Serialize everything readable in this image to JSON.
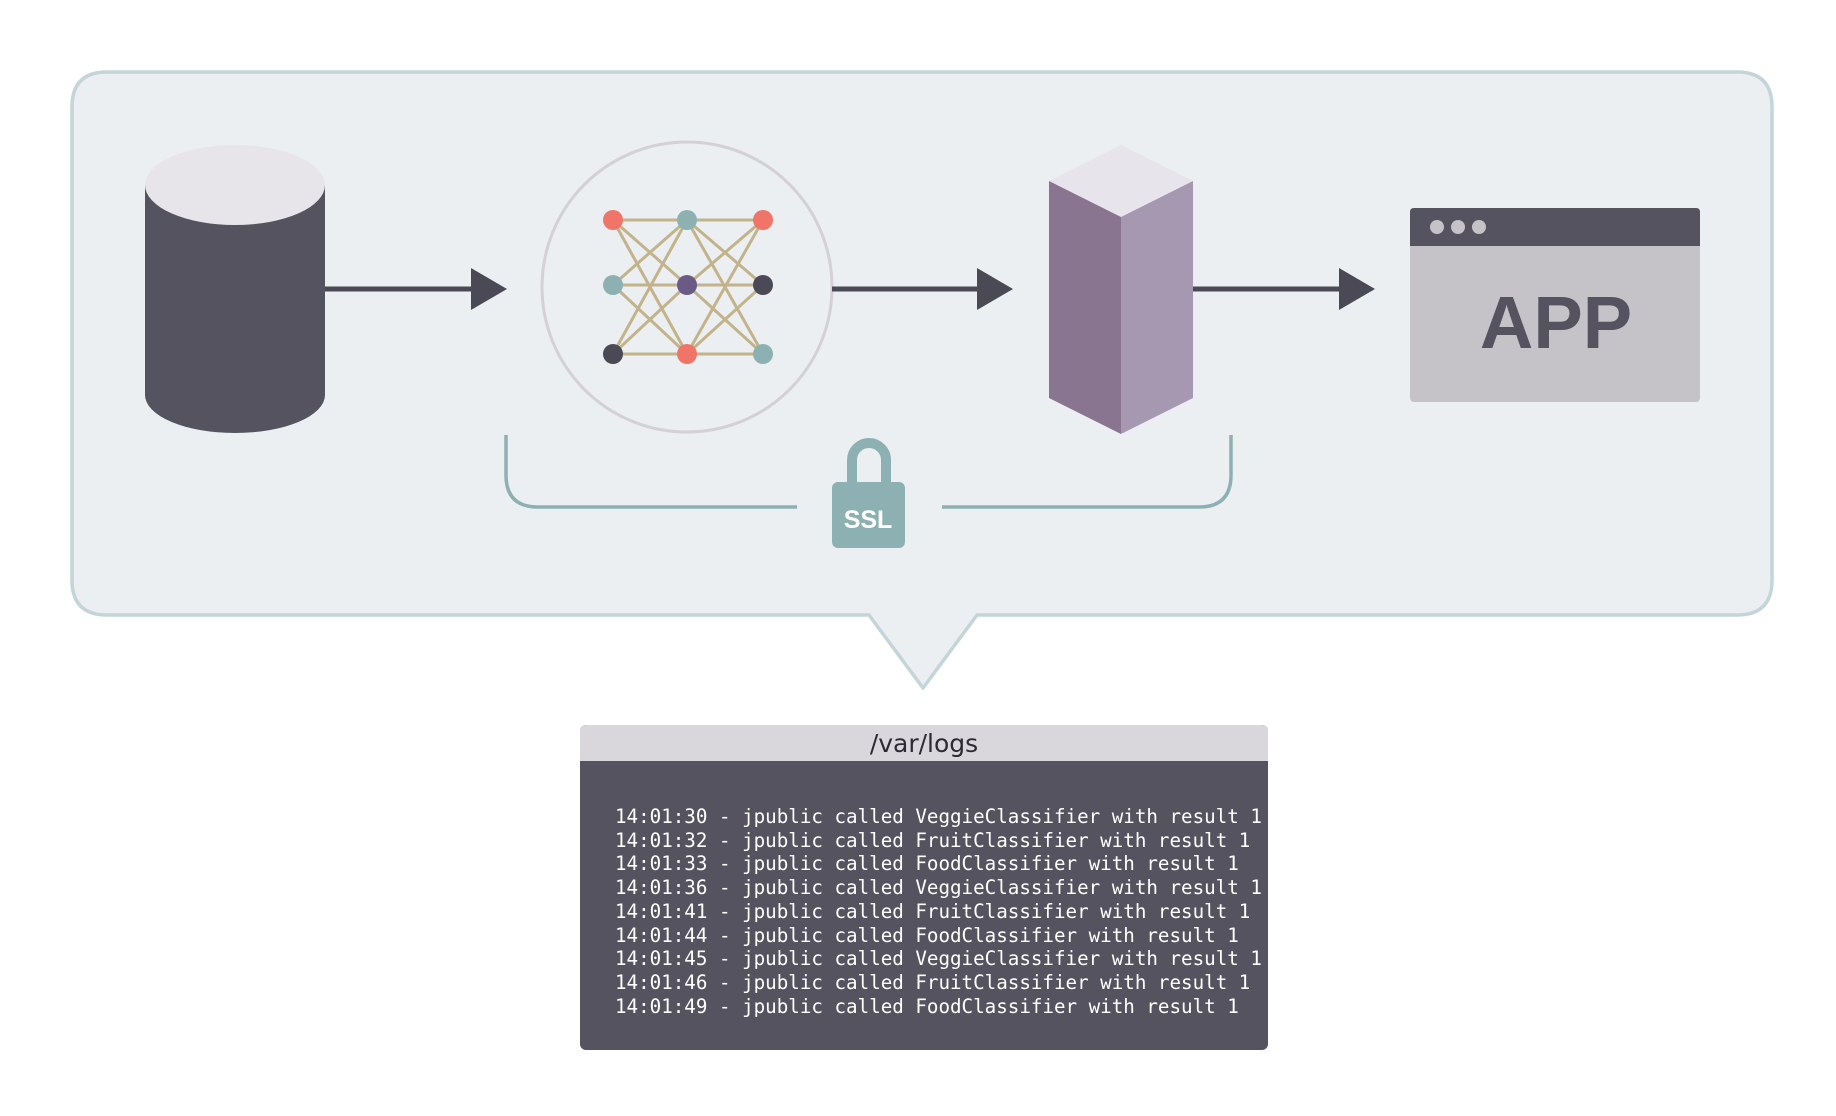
{
  "pipeline": {
    "nodes": [
      {
        "id": "database",
        "icon": "database-cylinder-icon"
      },
      {
        "id": "model",
        "icon": "neural-network-icon"
      },
      {
        "id": "server",
        "icon": "server-block-icon"
      },
      {
        "id": "app",
        "icon": "app-window-icon",
        "label": "APP"
      }
    ],
    "ssl_label": "SSL",
    "colors": {
      "panel_fill": "#ebeff1",
      "panel_stroke": "#c4d5d9",
      "dark": "#55535f",
      "arrow": "#4a4955",
      "teal": "#8db1b3",
      "coral": "#f07468",
      "purple": "#6b5a86",
      "tan": "#c2b38a",
      "server_left": "#897590",
      "server_right": "#a698b0",
      "server_top": "#e8e4ec",
      "window_body": "#c5c3c8"
    }
  },
  "logs": {
    "title": "/var/logs",
    "lines": [
      "14:01:30 - jpublic called VeggieClassifier with result 1",
      "14:01:32 - jpublic called FruitClassifier with result 1",
      "14:01:33 - jpublic called FoodClassifier with result 1",
      "14:01:36 - jpublic called VeggieClassifier with result 1",
      "14:01:41 - jpublic called FruitClassifier with result 1",
      "14:01:44 - jpublic called FoodClassifier with result 1",
      "14:01:45 - jpublic called VeggieClassifier with result 1",
      "14:01:46 - jpublic called FruitClassifier with result 1",
      "14:01:49 - jpublic called FoodClassifier with result 1"
    ]
  }
}
